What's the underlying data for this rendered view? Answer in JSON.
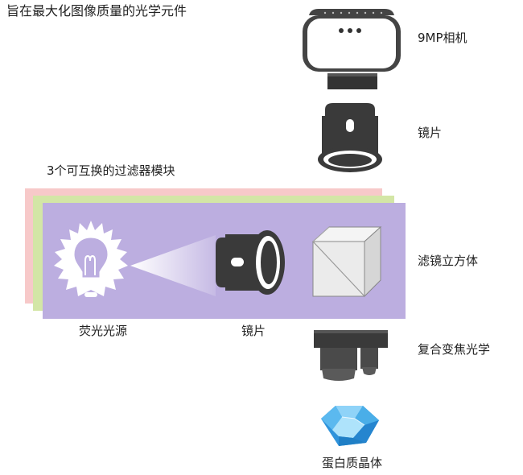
{
  "title": "旨在最大化图像质量的光学元件",
  "labels": {
    "camera": "9MP相机",
    "lens_top": "镜片",
    "filter_modules": "3个可互换的过滤器模块",
    "filter_cube": "滤镜立方体",
    "light_source": "荧光光源",
    "lens_mid": "镜片",
    "zoom_objective": "复合变焦光学",
    "protein_crystal": "蛋白质晶体"
  },
  "colors": {
    "panel_red": "#f7c9c9",
    "panel_green": "#d3e6a6",
    "panel_purple": "#bcaee0",
    "device_dark": "#3a3a3a",
    "crystal_blue": "#3fa9e8"
  },
  "icons": [
    "camera-icon",
    "lens-icon",
    "lightbulb-icon",
    "filter-cube-icon",
    "zoom-objective-icon",
    "crystal-icon"
  ]
}
